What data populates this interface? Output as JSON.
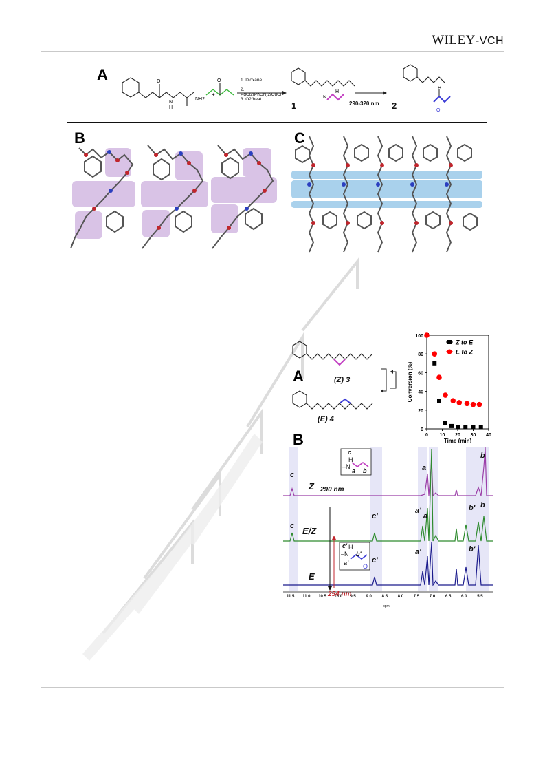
{
  "header": {
    "publisher": "WILEY",
    "publisher_suffix": "-VCH"
  },
  "figure1": {
    "panel_a_label": "A",
    "panel_b_label": "B",
    "panel_c_label": "C",
    "steps": [
      "1. Dioxane",
      "2. PdCl2(PhCN)2/CuCl",
      "3. O2/heat"
    ],
    "compound1": "1",
    "compound2": "2",
    "wavelength": "290-320 nm",
    "plus": "+",
    "nh2": "NH2",
    "h": "H",
    "n": "N",
    "o": "O"
  },
  "figure2": {
    "panel_a_label": "A",
    "panel_b_label": "B",
    "compound3": "(Z) 3",
    "compound4": "(E) 4",
    "chart_data": {
      "type": "scatter",
      "xlabel": "Time (min)",
      "ylabel": "Conversion (%)",
      "xlim": [
        0,
        40
      ],
      "ylim": [
        0,
        100
      ],
      "xticks": [
        0,
        10,
        20,
        30,
        40
      ],
      "yticks": [
        0,
        20,
        40,
        60,
        80,
        100
      ],
      "legend_position": "top-right",
      "series": [
        {
          "name": "Z to E",
          "color": "#000000",
          "marker": "square",
          "x": [
            0,
            5,
            8,
            12,
            16,
            20,
            25,
            30,
            35
          ],
          "y": [
            100,
            70,
            30,
            6,
            3,
            2,
            2,
            2,
            2
          ]
        },
        {
          "name": "E to Z",
          "color": "#ff0000",
          "marker": "circle",
          "x": [
            0,
            5,
            8,
            12,
            17,
            21,
            26,
            30,
            34
          ],
          "y": [
            100,
            80,
            55,
            36,
            30,
            28,
            27,
            26,
            26
          ]
        }
      ]
    },
    "nmr": {
      "xlabel": "ppm",
      "ticks": [
        "11.5",
        "11.0",
        "10.5",
        "10.0",
        "9.5",
        "9.0",
        "8.5",
        "8.0",
        "7.5",
        "7.0",
        "6.5",
        "6.0",
        "5.5"
      ],
      "trace_labels": [
        "Z",
        "E/Z",
        "E"
      ],
      "trace_colors": [
        "#9b3fa8",
        "#2e8b2e",
        "#1a1a8c"
      ],
      "irr_290": "290 nm",
      "irr_254": "254 nm",
      "peak_c": "c",
      "peak_c_prime": "c'",
      "peak_a": "a",
      "peak_a_prime": "a'",
      "peak_b": "b",
      "peak_b_prime": "b'",
      "inset_top": {
        "c": "c",
        "h": "H",
        "n": "–N",
        "a": "a",
        "b": "b"
      },
      "inset_bottom": {
        "c": "c'",
        "h": "H",
        "n": "–N",
        "a": "a'",
        "b": "b'",
        "o": "O"
      }
    }
  },
  "colors": {
    "purple_highlight": "#d9c3e6",
    "blue_highlight": "#a9d1ec",
    "green_reagent": "#3cb83c",
    "magenta_bond": "#c23fc2",
    "blue_bond": "#3b3bd6"
  }
}
